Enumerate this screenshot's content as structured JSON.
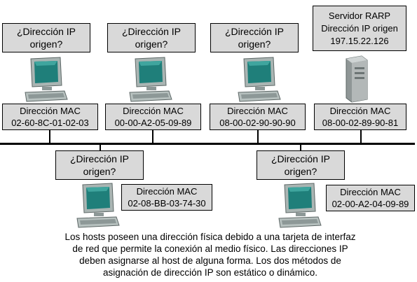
{
  "hosts_top": [
    {
      "ip_label": [
        "¿Dirección IP",
        "origen?"
      ],
      "mac_label": "Dirección MAC",
      "mac": "02-60-8C-01-02-03"
    },
    {
      "ip_label": [
        "¿Dirección IP",
        "origen?"
      ],
      "mac_label": "Dirección MAC",
      "mac": "00-00-A2-05-09-89"
    },
    {
      "ip_label": [
        "¿Dirección IP",
        "origen?"
      ],
      "mac_label": "Dirección MAC",
      "mac": "08-00-02-90-90-90"
    }
  ],
  "server": {
    "lines": [
      "Servidor RARP",
      "Dirección IP origen",
      "197.15.22.126"
    ],
    "mac_label": "Dirección MAC",
    "mac": "08-00-02-89-90-81"
  },
  "hosts_bottom": [
    {
      "ip_label": [
        "¿Dirección IP",
        "origen?"
      ],
      "mac_label": "Dirección MAC",
      "mac": "02-08-BB-03-74-30"
    },
    {
      "ip_label": [
        "¿Dirección IP",
        "origen?"
      ],
      "mac_label": "Dirección MAC",
      "mac": "02-00-A2-04-09-89"
    }
  ],
  "caption": [
    "Los hosts poseen una dirección física debido a una tarjeta de interfaz",
    "de red que permite la conexión al medio físico.   Las direcciones IP",
    "deben asignarse al host de alguna forma.  Los dos métodos de",
    "asignación de dirección IP son estático o dinámico."
  ],
  "colors": {
    "box_fill": "#d9d9d9",
    "pc_body": "#9aa7a5",
    "pc_screen": "#1f7f7a",
    "server_body": "#b3b8b8"
  }
}
